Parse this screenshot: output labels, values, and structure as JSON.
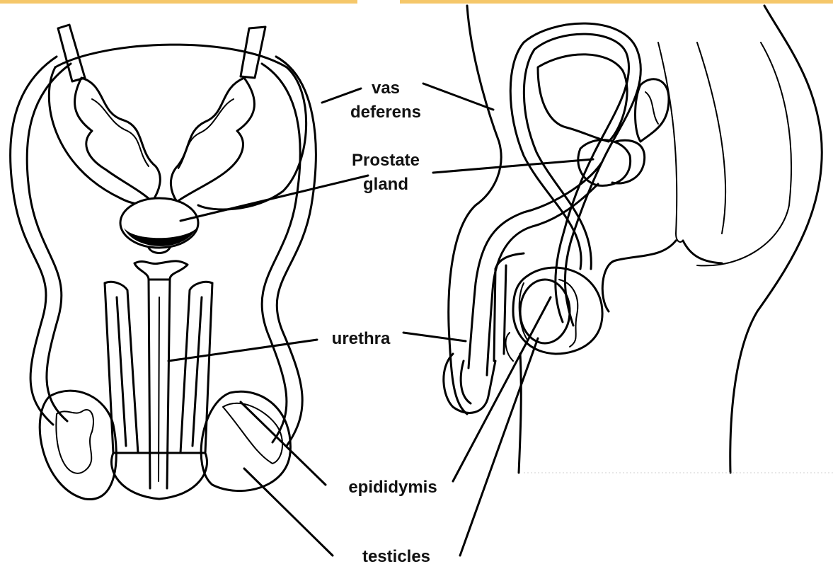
{
  "colors": {
    "accent_bar": "#f5c76a",
    "ink": "#000000",
    "background": "#ffffff"
  },
  "labels": {
    "vas_deferens": {
      "line1": "vas",
      "line2": "deferens"
    },
    "prostate_gland": {
      "line1": "Prostate",
      "line2": "gland"
    },
    "urethra": "urethra",
    "epididymis": "epididymis",
    "testicles": "testicles"
  }
}
